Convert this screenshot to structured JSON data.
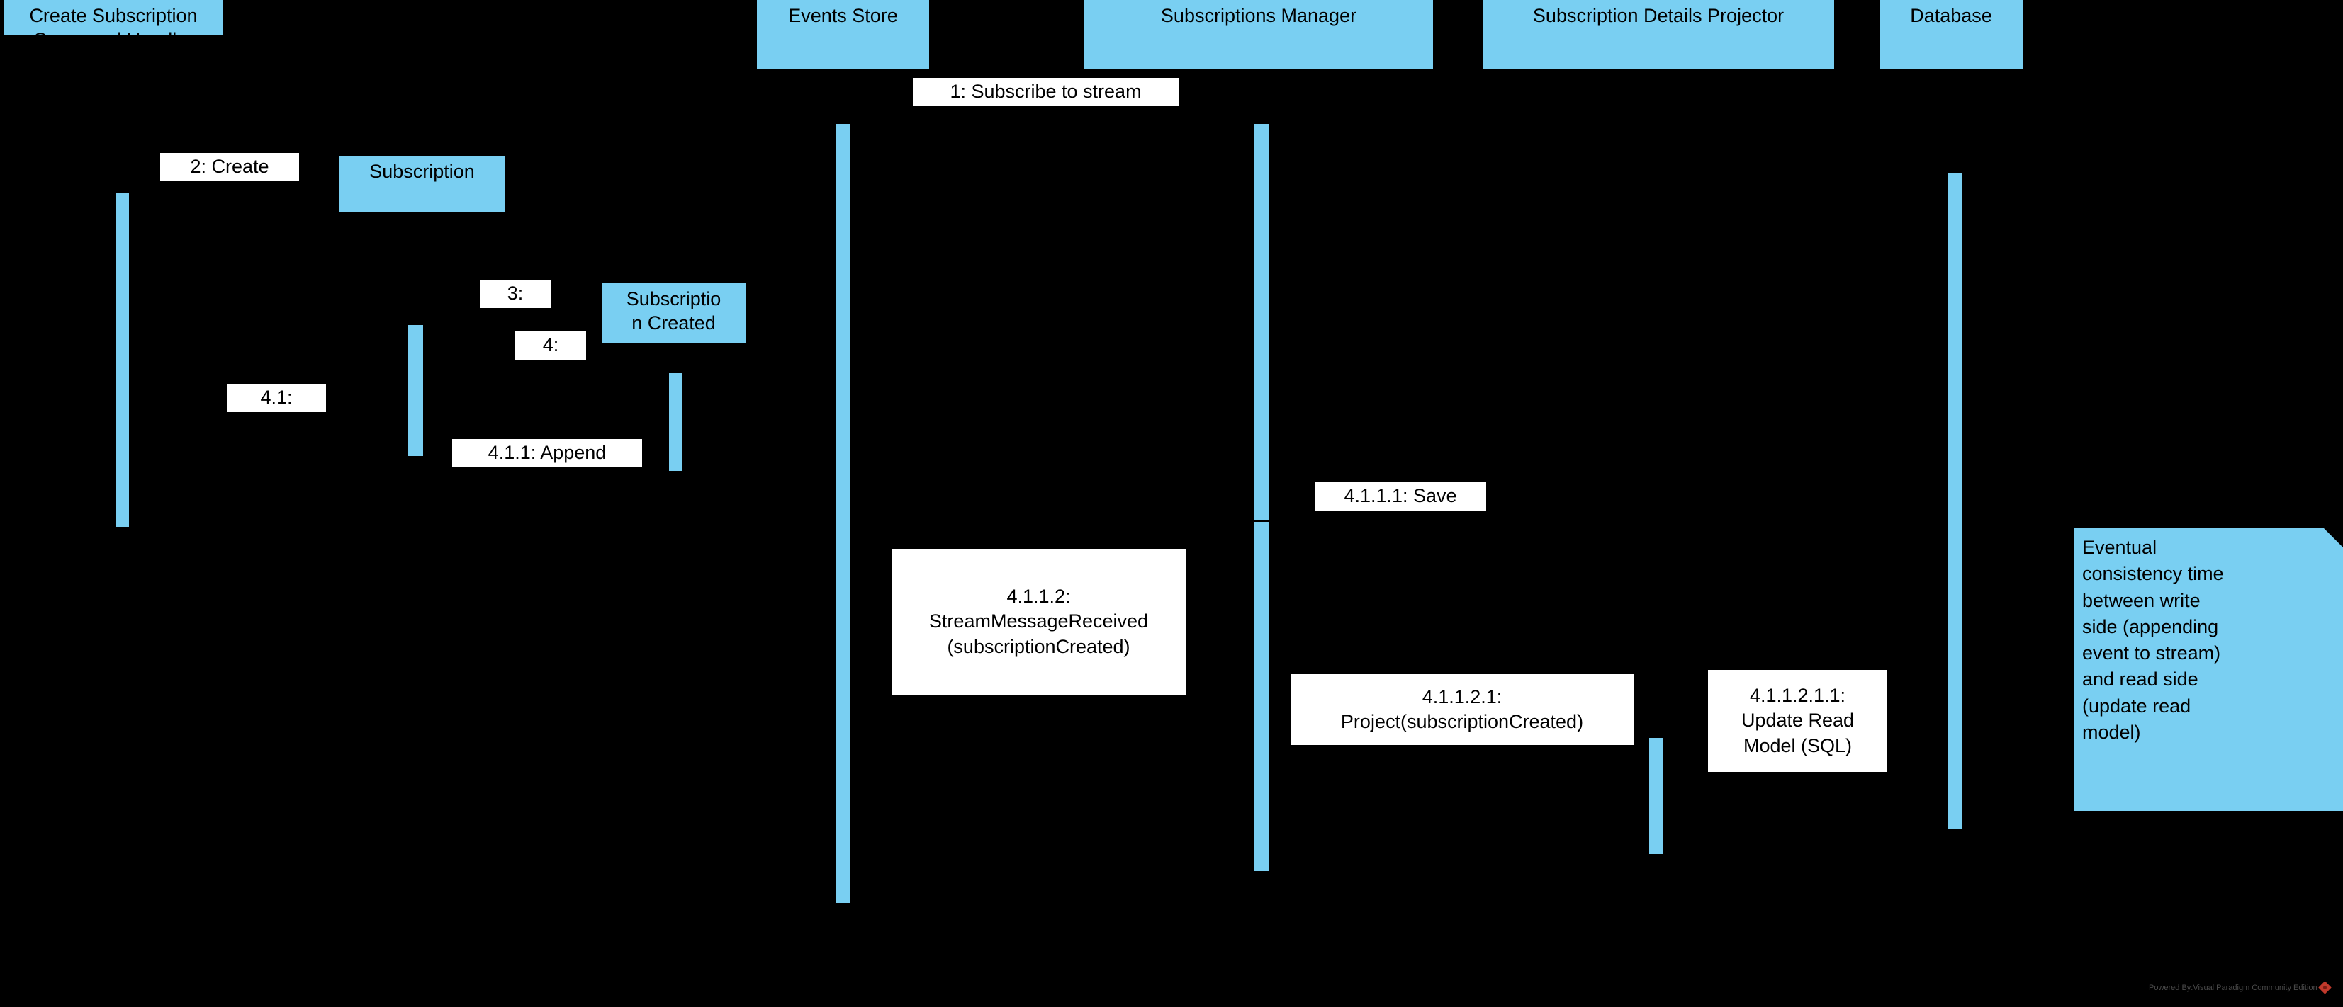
{
  "diagram": {
    "type": "uml-sequence-diagram",
    "background_color": "#000000",
    "accent_color": "#79CFF2",
    "label_background": "#FFFFFF",
    "text_color": "#000000"
  },
  "lifelines": [
    {
      "id": "create-subscription-command-handler",
      "label": "Create Subscription\nCommand Handler"
    },
    {
      "id": "subscription",
      "label": "Subscription"
    },
    {
      "id": "subscription-created",
      "label": "Subscriptio\nn Created"
    },
    {
      "id": "events-store",
      "label": "Events Store"
    },
    {
      "id": "subscriptions-manager",
      "label": "Subscriptions Manager"
    },
    {
      "id": "subscription-details-projector",
      "label": "Subscription Details Projector"
    },
    {
      "id": "database",
      "label": "Database"
    }
  ],
  "messages": [
    {
      "seq": "1",
      "id": "subscribe-to-stream",
      "label": "1: Subscribe to stream"
    },
    {
      "seq": "2",
      "id": "create",
      "label": "2: Create"
    },
    {
      "seq": "3",
      "id": "three",
      "label": "3:"
    },
    {
      "seq": "4",
      "id": "four",
      "label": "4:"
    },
    {
      "seq": "4.1",
      "id": "four-one",
      "label": "4.1:"
    },
    {
      "seq": "4.1.1",
      "id": "append",
      "label": "4.1.1: Append"
    },
    {
      "seq": "4.1.1.1",
      "id": "save",
      "label": "4.1.1.1: Save"
    },
    {
      "seq": "4.1.1.2",
      "id": "stream-message-received",
      "label": "4.1.1.2:\nStreamMessageReceived\n(subscriptionCreated)"
    },
    {
      "seq": "4.1.1.2.1",
      "id": "project",
      "label": "4.1.1.2.1:\nProject(subscriptionCreated)"
    },
    {
      "seq": "4.1.1.2.1.1",
      "id": "update-read-model",
      "label": "4.1.1.2.1.1:\nUpdate Read\nModel (SQL)"
    }
  ],
  "notes": [
    {
      "id": "eventual-consistency-note",
      "text": "Eventual\nconsistency time\nbetween write\nside (appending\nevent to stream)\nand read side\n(update read\nmodel)"
    }
  ],
  "watermark": {
    "text": "Powered By:Visual Paradigm Community Edition",
    "logo_name": "visual-paradigm-diamond-icon",
    "logo_color": "#C0392B"
  }
}
